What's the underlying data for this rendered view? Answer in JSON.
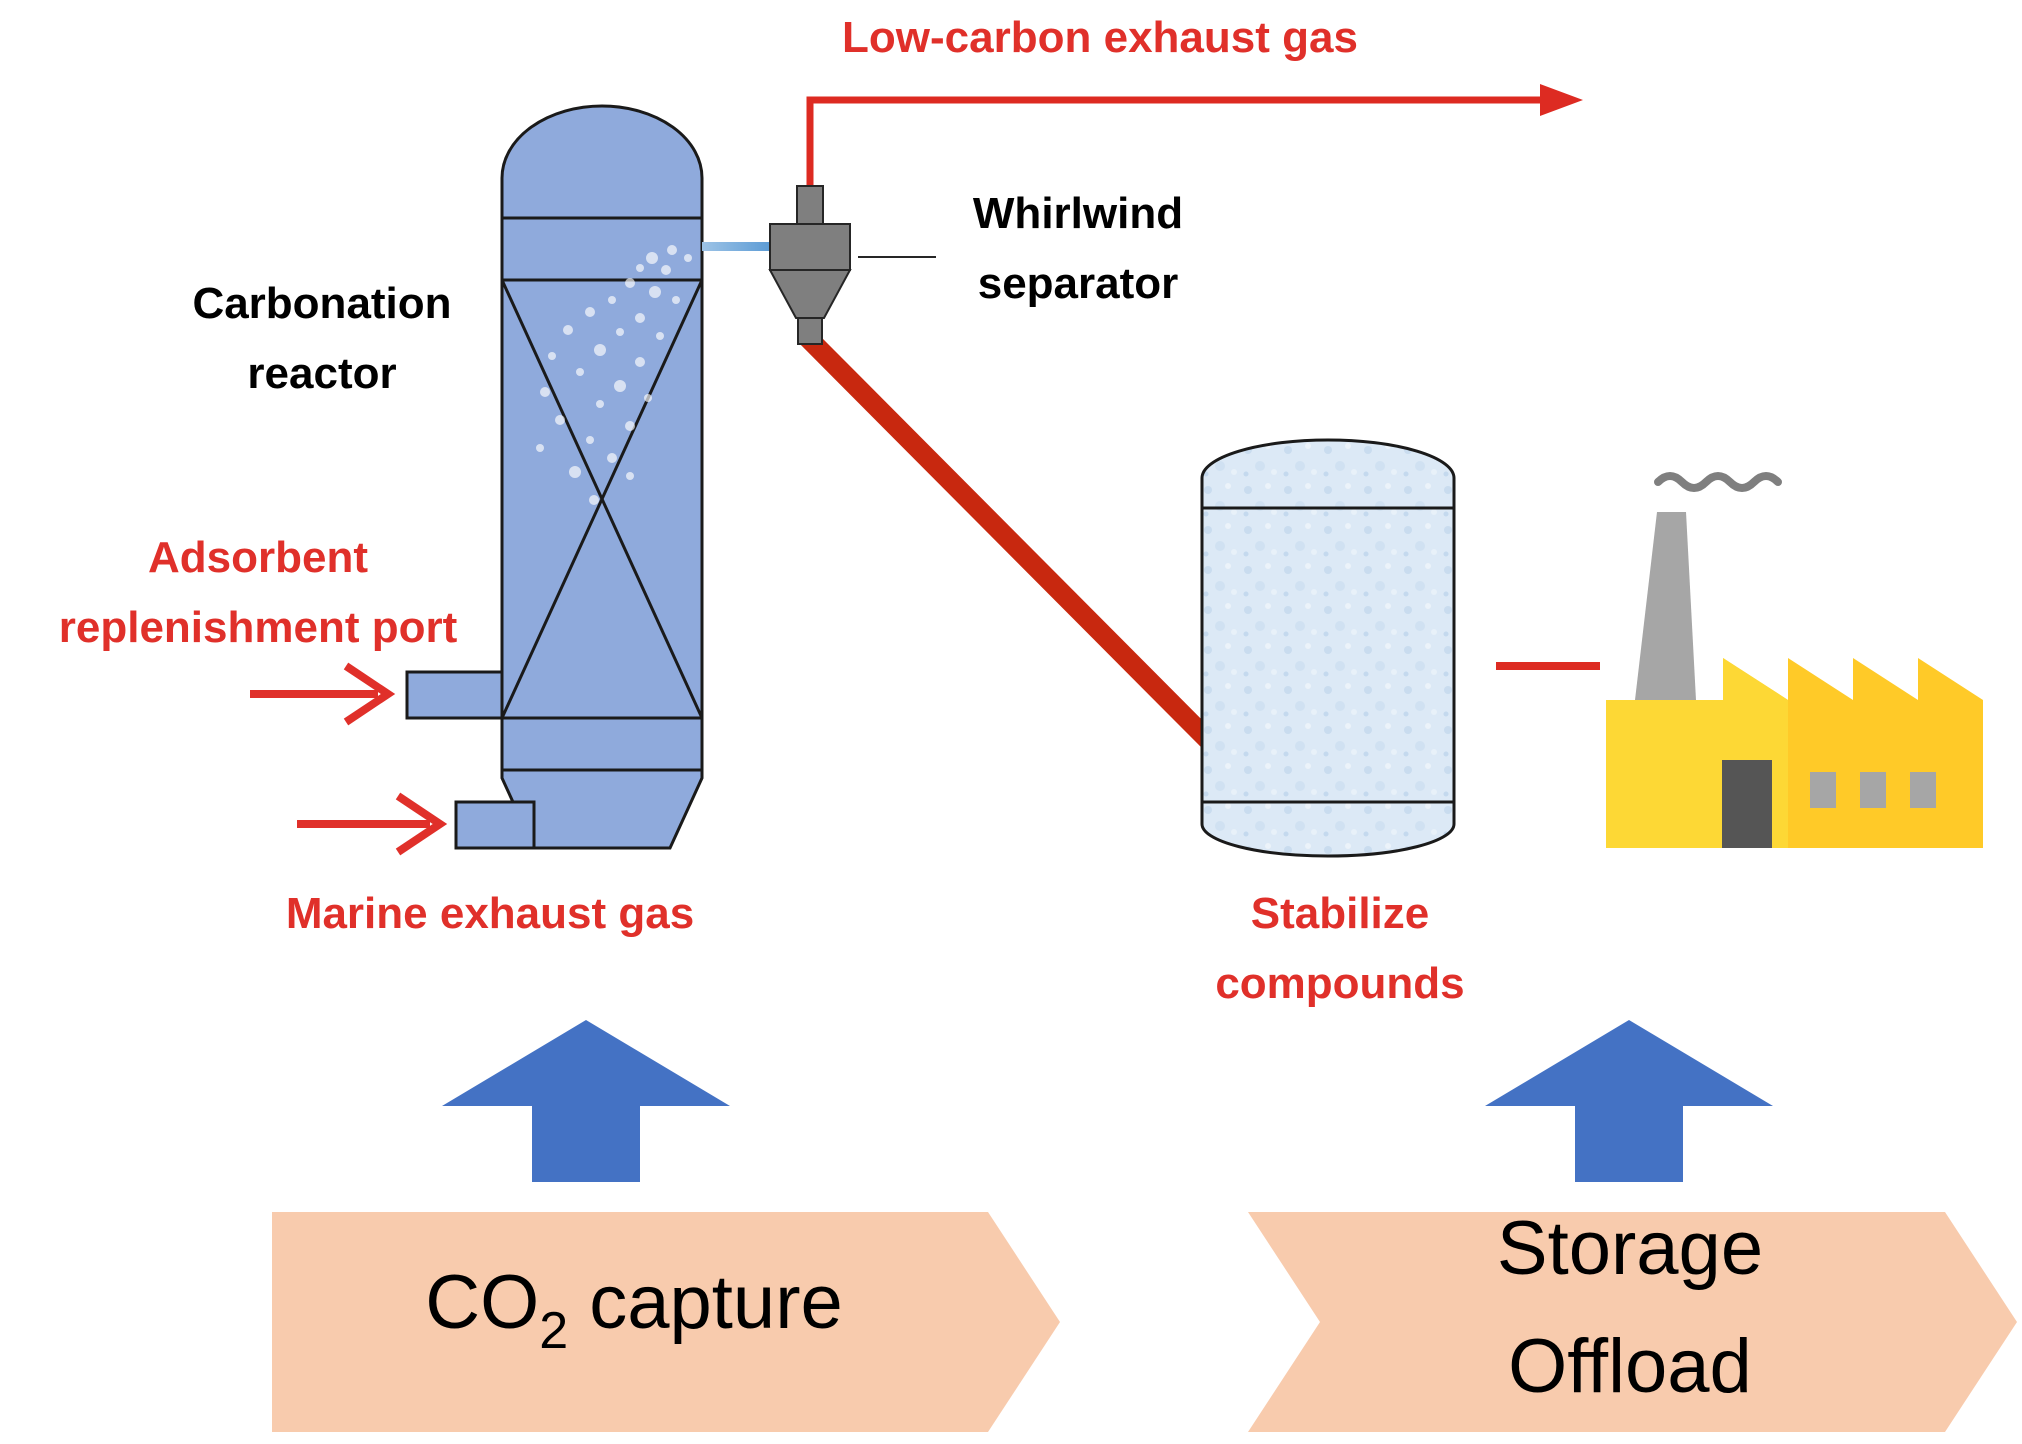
{
  "labels": {
    "low_carbon_gas": "Low-carbon exhaust gas",
    "whirlwind_line1": "Whirlwind",
    "whirlwind_line2": "separator",
    "carbonation_line1": "Carbonation",
    "carbonation_line2": "reactor",
    "adsorbent_line1": "Adsorbent",
    "adsorbent_line2": "replenishment port",
    "marine_gas": "Marine exhaust gas",
    "stabilize_line1": "Stabilize",
    "stabilize_line2": "compounds"
  },
  "stages": {
    "capture_prefix": "CO",
    "capture_subscript": "2",
    "capture_suffix": " capture",
    "storage_line1": "Storage",
    "storage_line2": "Offload"
  },
  "colors": {
    "red_label": "#e0302a",
    "red_line": "#dd2b22",
    "dark_red_pipe": "#c8280f",
    "reactor_blue": "#8faadc",
    "stage_arrow_blue": "#4472c4",
    "stage_box_peach": "#f8cbad",
    "separator_gray": "#7f7f7f",
    "factory_yellow": "#fdd835",
    "factory_yellow_dark": "#ffca28",
    "chimney_gray": "#a6a6a6"
  },
  "icons": {
    "factory": "factory-icon",
    "reactor": "carbonation-reactor-icon",
    "separator": "cyclone-separator-icon",
    "tank": "storage-tank-icon"
  }
}
